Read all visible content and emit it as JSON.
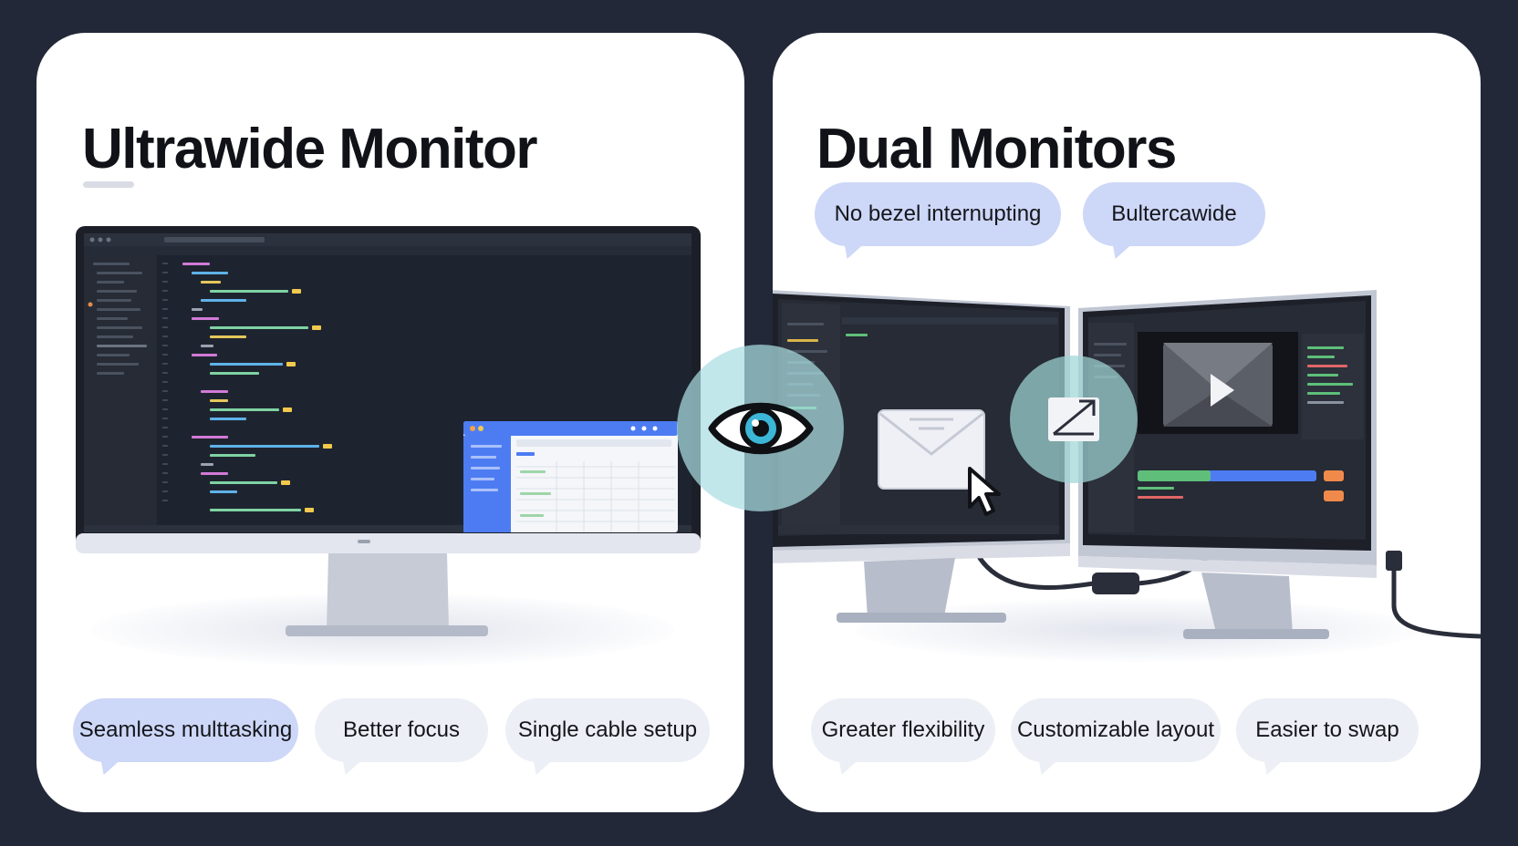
{
  "left": {
    "title": "Ultrawide Monitor",
    "bubbles": [
      "Seamless multtasking",
      "Better focus",
      "Single cable setup"
    ],
    "popup_title": "Monitor"
  },
  "right": {
    "title": "Dual Monitors",
    "top_bubbles": [
      "No bezel internupting",
      "Bultercawide"
    ],
    "bubbles": [
      "Greater flexibility",
      "Customizable layout",
      "Easier to swap"
    ]
  },
  "icons": {
    "center": "eye-icon",
    "left_screen": "envelope-icon",
    "cursor": "cursor-icon",
    "right_badge": "resize-icon",
    "video": "play-icon"
  },
  "colors": {
    "background": "#232838",
    "panel": "#ffffff",
    "bubble_accent": "#cdd7f7",
    "bubble_neutral": "#eceff5",
    "badge": "#aadee2",
    "window_accent": "#4d7cf2"
  }
}
